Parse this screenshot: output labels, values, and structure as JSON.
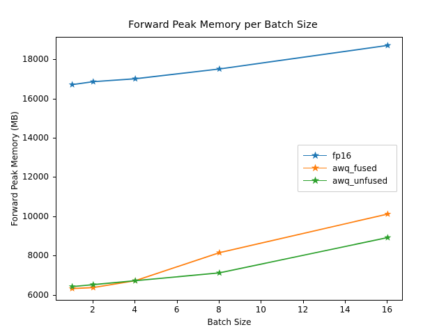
{
  "chart_data": {
    "type": "line",
    "title": "Forward Peak Memory per Batch Size",
    "xlabel": "Batch Size",
    "ylabel": "Forward Peak Memory (MB)",
    "x": [
      1,
      2,
      4,
      8,
      16
    ],
    "xlim": [
      0.25,
      16.75
    ],
    "ylim": [
      5700,
      19150
    ],
    "xticks": [
      2,
      4,
      6,
      8,
      10,
      12,
      14,
      16
    ],
    "xtick_labels": [
      "2",
      "4",
      "6",
      "8",
      "10",
      "12",
      "14",
      "16"
    ],
    "yticks": [
      6000,
      8000,
      10000,
      12000,
      14000,
      16000,
      18000
    ],
    "ytick_labels": [
      "6000",
      "8000",
      "10000",
      "12000",
      "14000",
      "16000",
      "18000"
    ],
    "grid": false,
    "legend_position": "center right",
    "marker": "star",
    "series": [
      {
        "name": "fp16",
        "color": "#1f77b4",
        "values": [
          16750,
          16900,
          17050,
          17550,
          18750
        ]
      },
      {
        "name": "awq_fused",
        "color": "#ff7f0e",
        "values": [
          6350,
          6400,
          6750,
          8180,
          10150
        ]
      },
      {
        "name": "awq_unfused",
        "color": "#2ca02c",
        "values": [
          6450,
          6550,
          6750,
          7150,
          8950
        ]
      }
    ]
  },
  "legend": {
    "entries": [
      {
        "label": "fp16"
      },
      {
        "label": "awq_fused"
      },
      {
        "label": "awq_unfused"
      }
    ]
  }
}
